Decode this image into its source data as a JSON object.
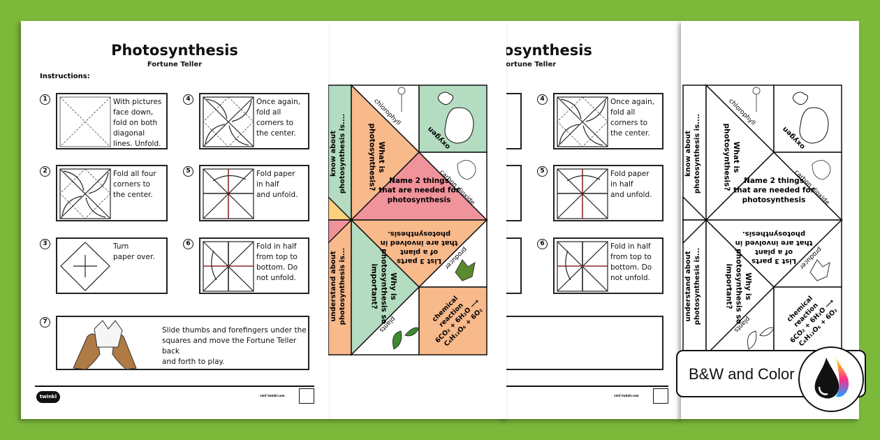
{
  "document": {
    "title": "Photosynthesis",
    "subtitle": "Fortune Teller",
    "instructions_label": "Instructions:",
    "steps": [
      {
        "number": "1",
        "text": "With pictures\nface down,\nfold on both\ndiagonal\nlines. Unfold.",
        "illustration": "square-diagonals-dashed"
      },
      {
        "number": "2",
        "text": "Fold all four\ncorners to\nthe center.",
        "illustration": "corners-to-center"
      },
      {
        "number": "3",
        "text": "Turn\npaper over.",
        "illustration": "diamond-cross"
      },
      {
        "number": "4",
        "text": "Once again,\nfold all\ncorners to\nthe center.",
        "illustration": "corners-to-center"
      },
      {
        "number": "5",
        "text": "Fold paper\nin half\nand unfold.",
        "illustration": "fold-half-vertical"
      },
      {
        "number": "6",
        "text": "Fold in half\nfrom top to\nbottom. Do\nnot unfold.",
        "illustration": "fold-half-horizontal"
      },
      {
        "number": "7",
        "text": "Slide thumbs and forefingers under the\nsquares and move the Fortune Teller back\nand forth to play.",
        "illustration": "hands-holding-fortune-teller"
      }
    ],
    "footer": {
      "logo": "twinkl",
      "visit": "visit twinkl.com"
    }
  },
  "fortune_teller": {
    "know_about": [
      "know about",
      "photosynthesis is...."
    ],
    "understand_about": [
      "understand about",
      "photosynthesis is..."
    ],
    "what_is": [
      "What is",
      "photosynthesis?"
    ],
    "why_is": [
      "Why is",
      "photosynthesis so",
      "important?"
    ],
    "name_two": [
      "Name 2 things",
      "that are needed for",
      "photosynthesis"
    ],
    "list_three": [
      "List 3 parts",
      "of a plant",
      "that are involved in",
      "photosynthesis."
    ],
    "chlorophyll": "chlorophyll",
    "oxygen": "oxygen",
    "carbon_dioxide": "carbon dioxide",
    "producer": "producer",
    "plants": "plants",
    "chemical_reaction": [
      "chemical",
      "reaction",
      "6CO₂ + 6H₂O ⟶",
      "C₆H₁₂O₆ + 6O₂"
    ],
    "colors": {
      "green": "#b3dcc1",
      "orange": "#f8b98b",
      "pink": "#f1939b",
      "yellow": "#fdd07c",
      "white": "#ffffff"
    }
  },
  "badge": {
    "label": "B&W and Color",
    "icon": "ink-drops-icon"
  },
  "colors": {
    "background": "#7cb83a"
  }
}
